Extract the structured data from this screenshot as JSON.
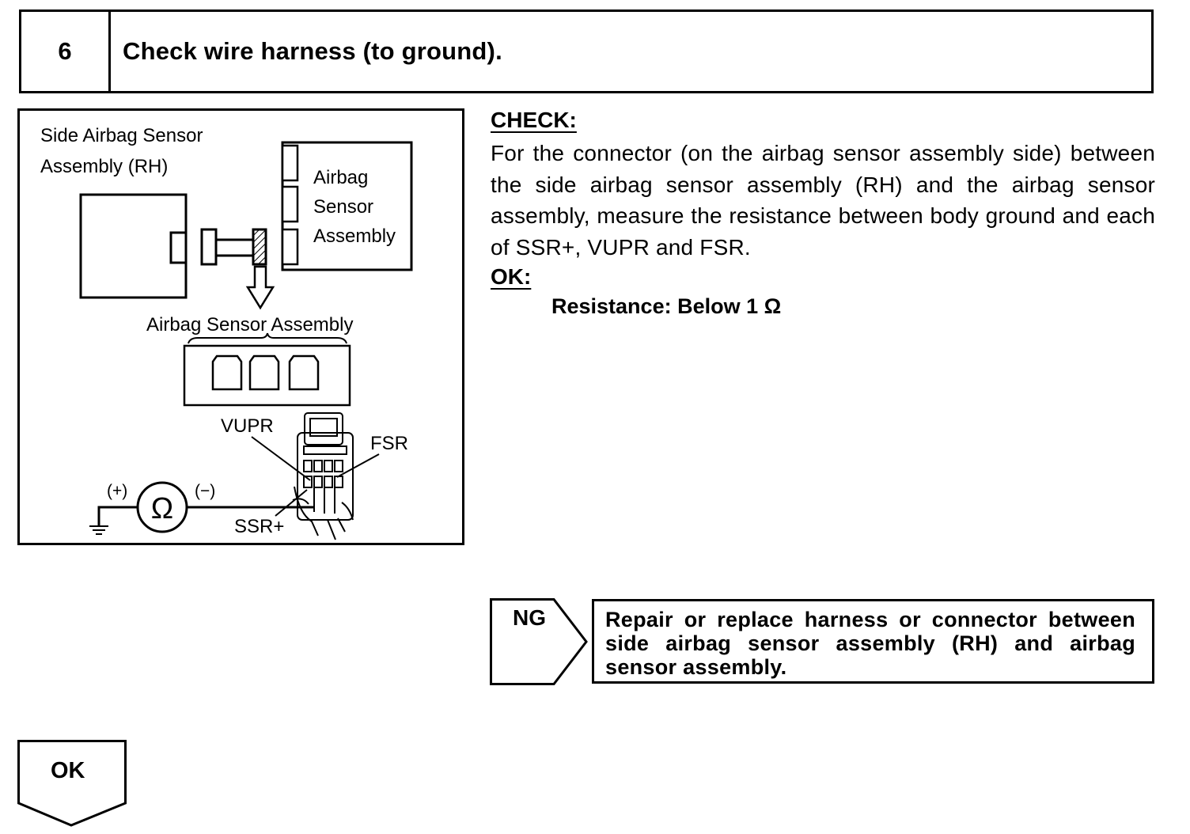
{
  "step": {
    "number": "6",
    "title": "Check wire harness (to ground)."
  },
  "diagram": {
    "side_sensor_label_line1": "Side Airbag Sensor",
    "side_sensor_label_line2": "Assembly (RH)",
    "airbag_sensor_label_line1": "Airbag",
    "airbag_sensor_label_line2": "Sensor",
    "airbag_sensor_label_line3": "Assembly",
    "connector_label": "Airbag Sensor Assembly",
    "terminal_vupr": "VUPR",
    "terminal_fsr": "FSR",
    "terminal_ssr": "SSR+",
    "probe_positive": "(+)",
    "probe_negative": "(−)",
    "ohmmeter_symbol": "Ω"
  },
  "check": {
    "heading": "CHECK:",
    "body": "For the connector (on the airbag sensor assembly side) between the side airbag sensor assembly (RH) and the airbag sensor assembly, measure the resistance between body ground and each of SSR+, VUPR and FSR."
  },
  "ok": {
    "heading": "OK:",
    "spec": "Resistance: Below 1 Ω"
  },
  "ng_branch": {
    "label": "NG",
    "action": "Repair or replace harness or connector between side airbag sensor assembly (RH) and airbag sensor assembly."
  },
  "ok_branch": {
    "label": "OK"
  }
}
